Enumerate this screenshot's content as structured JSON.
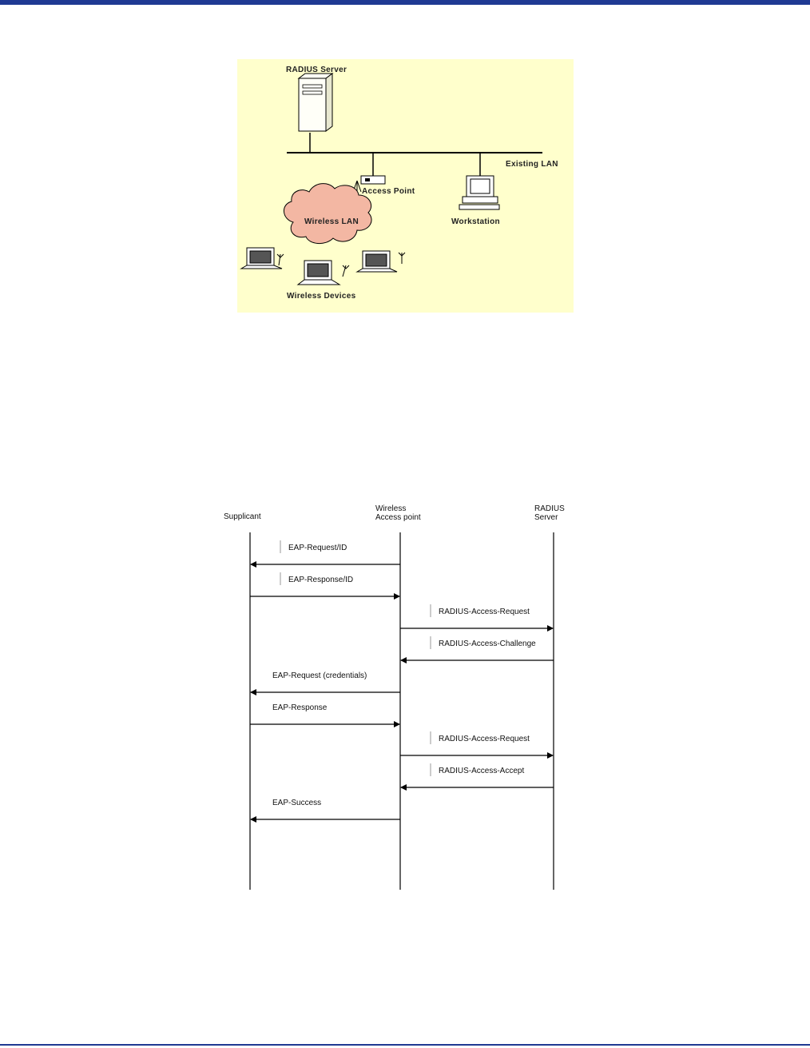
{
  "network_diagram": {
    "labels": {
      "radius_server": "RADIUS Server",
      "existing_lan": "Existing LAN",
      "access_point": "Access Point",
      "wireless_lan": "Wireless LAN",
      "workstation": "Workstation",
      "wireless_devices": "Wireless Devices"
    },
    "colors": {
      "background": "#ffffcc",
      "cloud": "#f3b7a3"
    }
  },
  "sequence_diagram": {
    "actors": {
      "supplicant": "Supplicant",
      "access_point_line1": "Wireless",
      "access_point_line2": "Access point",
      "radius_line1": "RADIUS",
      "radius_line2": "Server"
    },
    "messages": [
      {
        "label": "EAP-Request/ID",
        "from": "access_point",
        "to": "supplicant"
      },
      {
        "label": "EAP-Response/ID",
        "from": "supplicant",
        "to": "access_point"
      },
      {
        "label": "RADIUS-Access-Request",
        "from": "access_point",
        "to": "radius"
      },
      {
        "label": "RADIUS-Access-Challenge",
        "from": "radius",
        "to": "access_point"
      },
      {
        "label": "EAP-Request (credentials)",
        "from": "access_point",
        "to": "supplicant"
      },
      {
        "label": "EAP-Response",
        "from": "supplicant",
        "to": "access_point"
      },
      {
        "label": "RADIUS-Access-Request",
        "from": "access_point",
        "to": "radius"
      },
      {
        "label": "RADIUS-Access-Accept",
        "from": "radius",
        "to": "access_point"
      },
      {
        "label": "EAP-Success",
        "from": "access_point",
        "to": "supplicant"
      }
    ]
  },
  "page": {
    "rule_color": "#1f3a93"
  }
}
